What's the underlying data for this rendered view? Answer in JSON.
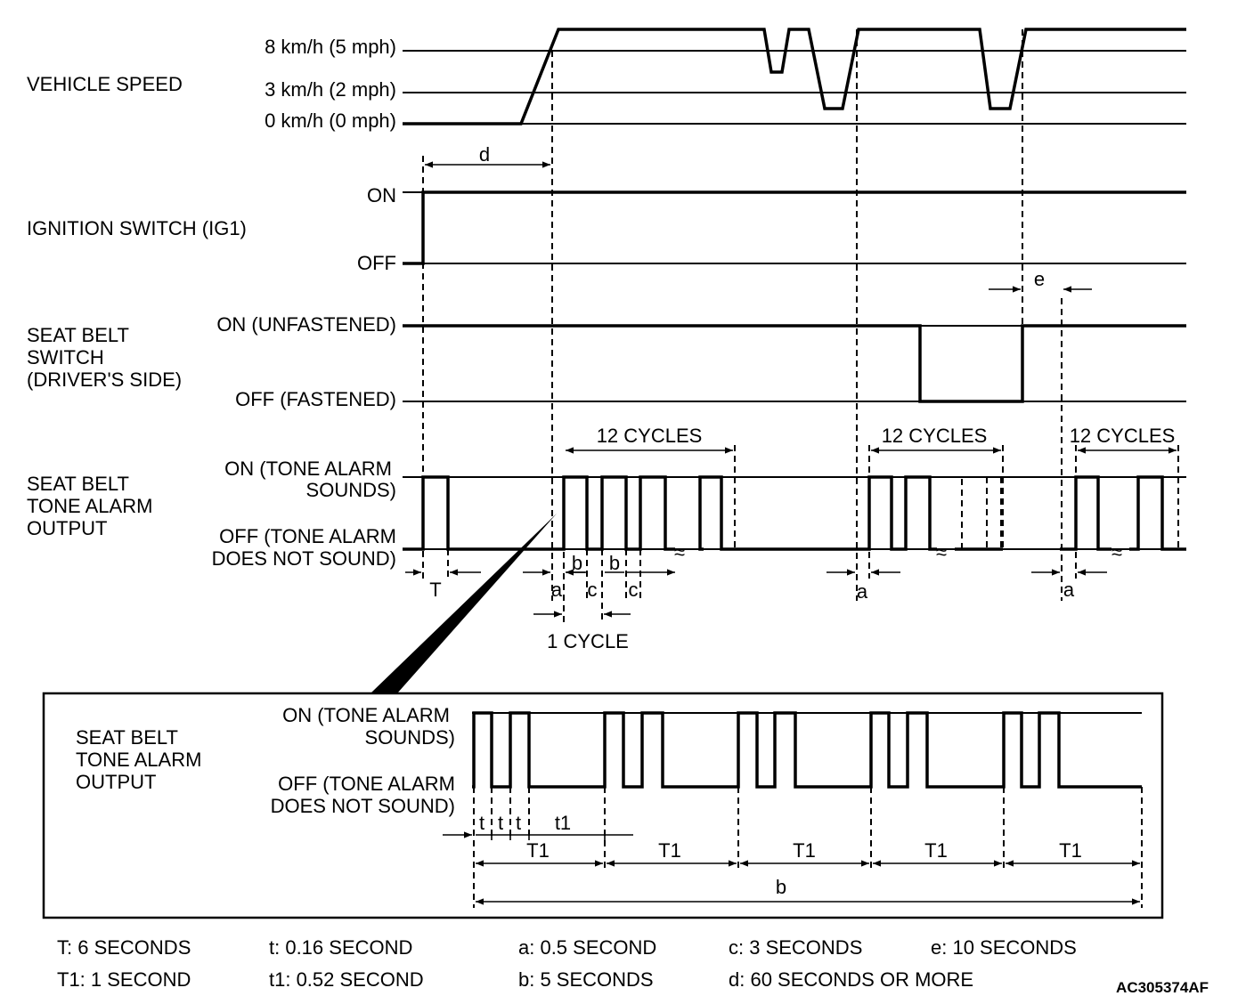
{
  "rows": {
    "vehicle_speed": {
      "label": "VEHICLE SPEED",
      "levels": [
        "8 km/h (5 mph)",
        "3 km/h (2 mph)",
        "0 km/h (0 mph)"
      ]
    },
    "ignition": {
      "label": "IGNITION SWITCH (IG1)",
      "levels": [
        "ON",
        "OFF"
      ]
    },
    "seat_belt_switch": {
      "label": [
        "SEAT BELT",
        "SWITCH",
        "(DRIVER'S SIDE)"
      ],
      "levels": [
        "ON (UNFASTENED)",
        "OFF (FASTENED)"
      ]
    },
    "tone_alarm": {
      "label": [
        "SEAT BELT",
        "TONE ALARM",
        "OUTPUT"
      ],
      "on_level": [
        "ON (TONE ALARM",
        "SOUNDS)"
      ],
      "off_level": [
        "OFF (TONE ALARM",
        "DOES NOT SOUND)"
      ]
    }
  },
  "markers": {
    "d": "d",
    "e": "e",
    "a": "a",
    "b": "b",
    "c": "c",
    "T": "T",
    "t": "t",
    "t1": "t1",
    "T1": "T1",
    "cycles12": "12 CYCLES",
    "cycle1": "1 CYCLE"
  },
  "legend": [
    [
      "T: 6 SECONDS",
      "t: 0.16 SECOND",
      "a: 0.5 SECOND",
      "c: 3 SECONDS",
      "e: 10 SECONDS"
    ],
    [
      "T1: 1 SECOND",
      "t1: 0.52 SECOND",
      "b: 5 SECONDS",
      "d: 60 SECONDS  OR MORE"
    ]
  ],
  "figure_code": "AC305374AF"
}
